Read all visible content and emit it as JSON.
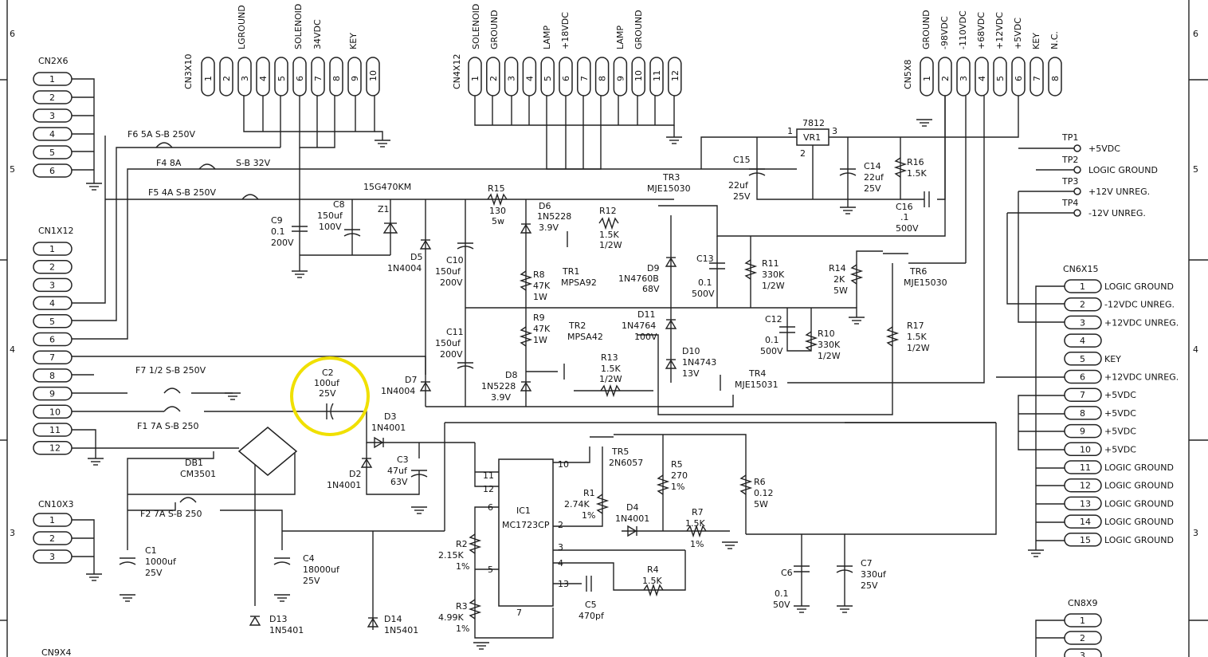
{
  "border": {
    "zones_left": [
      "6",
      "5",
      "4",
      "3"
    ],
    "zones_right": [
      "6",
      "5",
      "4",
      "3"
    ]
  },
  "connectors": {
    "cn2": {
      "name": "CN2X6",
      "pins": [
        "1",
        "2",
        "3",
        "4",
        "5",
        "6"
      ]
    },
    "cn1": {
      "name": "CN1X12",
      "pins": [
        "1",
        "2",
        "3",
        "4",
        "5",
        "6",
        "7",
        "8",
        "9",
        "10",
        "11",
        "12"
      ]
    },
    "cn10": {
      "name": "CN10X3",
      "pins": [
        "1",
        "2",
        "3"
      ]
    },
    "cn9": {
      "name": "CN9X4"
    },
    "cn3": {
      "name": "CN3X10",
      "pins": [
        "1",
        "2",
        "3",
        "4",
        "5",
        "6",
        "7",
        "8",
        "9",
        "10"
      ],
      "labels": [
        "LGROUND",
        "SOLENOID",
        "34VDC",
        "KEY"
      ]
    },
    "cn4": {
      "name": "CN4X12",
      "pins": [
        "1",
        "2",
        "3",
        "4",
        "5",
        "6",
        "7",
        "8",
        "9",
        "10",
        "11",
        "12"
      ],
      "labels": [
        "SOLENOID",
        "GROUND",
        "LAMP",
        "+18VDC",
        "LAMP",
        "GROUND"
      ]
    },
    "cn5": {
      "name": "CN5X8",
      "pins": [
        "1",
        "2",
        "3",
        "4",
        "5",
        "6",
        "7",
        "8"
      ],
      "labels": [
        "GROUND",
        "-98VDC",
        "-110VDC",
        "+68VDC",
        "+12VDC",
        "+5VDC",
        "KEY",
        "N.C."
      ]
    },
    "cn6": {
      "name": "CN6X15",
      "pins": [
        "1",
        "2",
        "3",
        "4",
        "5",
        "6",
        "7",
        "8",
        "9",
        "10",
        "11",
        "12",
        "13",
        "14",
        "15"
      ],
      "labels": [
        "LOGIC GROUND",
        "-12VDC UNREG.",
        "+12VDC UNREG.",
        "",
        "KEY",
        "+12VDC UNREG.",
        "+5VDC",
        "+5VDC",
        "+5VDC",
        "+5VDC",
        "LOGIC GROUND",
        "LOGIC GROUND",
        "LOGIC GROUND",
        "LOGIC GROUND",
        "LOGIC GROUND"
      ]
    },
    "cn8": {
      "name": "CN8X9",
      "pins": [
        "1",
        "2",
        "3"
      ]
    }
  },
  "testpoints": [
    {
      "name": "TP1",
      "label": "+5VDC"
    },
    {
      "name": "TP2",
      "label": "LOGIC GROUND"
    },
    {
      "name": "TP3",
      "label": "+12V UNREG."
    },
    {
      "name": "TP4",
      "label": "-12V UNREG."
    }
  ],
  "fuses": {
    "f6": "F6  5A  S-B  250V",
    "f4a": "F4  8A",
    "f4b": "S-B  32V",
    "f5": "F5  4A  S-B  250V",
    "f7": "F7  1/2  S-B  250V",
    "f1": "F1  7A  S-B  250",
    "f2": "F2  7A  S-B  250"
  },
  "parts": {
    "c9": [
      "C9",
      "0.1",
      "200V"
    ],
    "c8": [
      "C8",
      "150uf",
      "100V"
    ],
    "z1": [
      "15G470KM",
      "Z1"
    ],
    "d5": [
      "D5",
      "1N4004"
    ],
    "c10": [
      "C10",
      "150uf",
      "200V"
    ],
    "r15": [
      "R15",
      "130",
      "5w"
    ],
    "d6": [
      "D6",
      "1N5228",
      "3.9V"
    ],
    "r12": [
      "R12",
      "1.5K",
      "1/2W"
    ],
    "tr3": [
      "TR3",
      "MJE15030"
    ],
    "r8": [
      "R8",
      "47K",
      "1W"
    ],
    "tr1": [
      "TR1",
      "MPSA92"
    ],
    "d9": [
      "D9",
      "1N4760B",
      "68V"
    ],
    "c13": [
      "C13",
      "0.1",
      "500V"
    ],
    "r11": [
      "R11",
      "330K",
      "1/2W"
    ],
    "r14": [
      "R14",
      "2K",
      "5W"
    ],
    "tr6": [
      "TR6",
      "MJE15030"
    ],
    "vr1": [
      "7812",
      "VR1",
      "1",
      "2",
      "3"
    ],
    "c15": [
      "C15",
      "22uf",
      "25V"
    ],
    "c14": [
      "C14",
      "22uf",
      "25V"
    ],
    "r16": [
      "R16",
      "1.5K"
    ],
    "c16": [
      "C16",
      ".1",
      "500V"
    ],
    "c11": [
      "C11",
      "150uf",
      "200V"
    ],
    "r9": [
      "R9",
      "47K",
      "1W"
    ],
    "tr2": [
      "TR2",
      "MPSA42"
    ],
    "d11": [
      "D11",
      "1N4764",
      "100V"
    ],
    "d10": [
      "D10",
      "1N4743",
      "13V"
    ],
    "r13": [
      "R13",
      "1.5K",
      "1/2W"
    ],
    "c12": [
      "C12",
      "0.1",
      "500V"
    ],
    "r10": [
      "R10",
      "330K",
      "1/2W"
    ],
    "r17": [
      "R17",
      "1.5K",
      "1/2W"
    ],
    "tr4": [
      "TR4",
      "MJE15031"
    ],
    "d8": [
      "D8",
      "1N5228",
      "3.9V"
    ],
    "d7": [
      "D7",
      "1N4004"
    ],
    "c2": [
      "C2",
      "100uf",
      "25V"
    ],
    "d3": [
      "D3",
      "1N4001"
    ],
    "d2": [
      "D2",
      "1N4001"
    ],
    "c3": [
      "C3",
      "47uf",
      "63V"
    ],
    "db1": [
      "DB1",
      "CM3501"
    ],
    "ic1": [
      "IC1",
      "MC1723CP",
      "10",
      "11",
      "12",
      "6",
      "2",
      "3",
      "4",
      "13",
      "5",
      "7"
    ],
    "tr5": [
      "TR5",
      "2N6057"
    ],
    "r5": [
      "R5",
      "270",
      "1%"
    ],
    "r6": [
      "R6",
      "0.12",
      "5W"
    ],
    "r1": [
      "R1",
      "2.74K",
      "1%"
    ],
    "d4": [
      "D4",
      "1N4001"
    ],
    "r7": [
      "R7",
      "1.5K",
      "1%"
    ],
    "r2": [
      "R2",
      "2.15K",
      "1%"
    ],
    "r3": [
      "R3",
      "4.99K",
      "1%"
    ],
    "c5": [
      "C5",
      "470pf"
    ],
    "r4": [
      "R4",
      "1.5K"
    ],
    "c6": [
      "C6",
      "0.1",
      "50V"
    ],
    "c7": [
      "C7",
      "330uf",
      "25V"
    ],
    "c1": [
      "C1",
      "1000uf",
      "25V"
    ],
    "c4": [
      "C4",
      "18000uf",
      "25V"
    ],
    "d13": [
      "D13",
      "1N5401"
    ],
    "d14": [
      "D14",
      "1N5401"
    ]
  },
  "highlight_color": "#f0e000"
}
